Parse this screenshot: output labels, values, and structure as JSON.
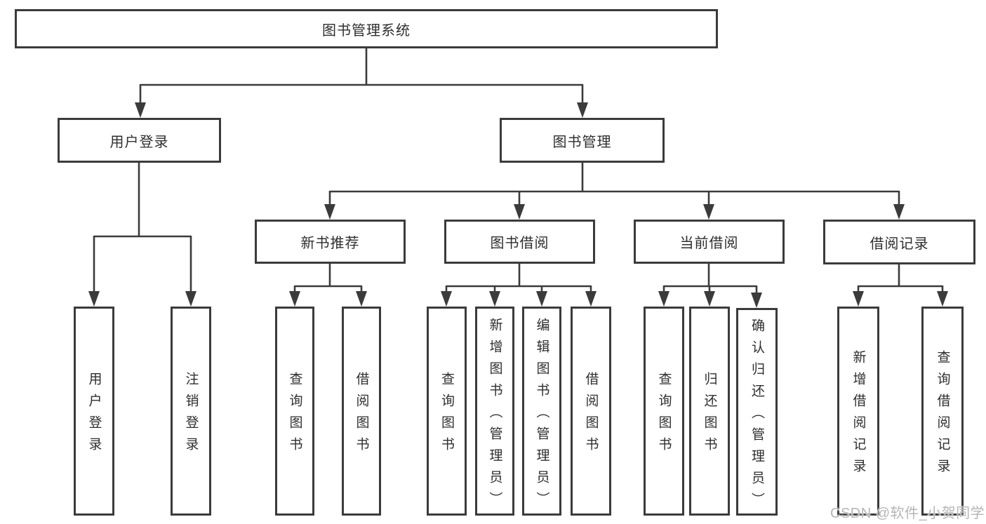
{
  "nodes": {
    "root": "图书管理系统",
    "user_login": "用户登录",
    "book_management": "图书管理",
    "new_book_recommend": "新书推荐",
    "book_borrowing": "图书借阅",
    "current_borrowing": "当前借阅",
    "borrowing_records": "借阅记录",
    "leaf_user_login": "用户登录",
    "leaf_logout": "注销登录",
    "leaf_query_books_recommend": "查询图书",
    "leaf_borrow_books_recommend": "借阅图书",
    "leaf_query_books_borrowing": "查询图书",
    "leaf_add_books_admin": "新增图书（管理员）",
    "leaf_edit_books_admin": "编辑图书（管理员）",
    "leaf_borrow_books_borrowing": "借阅图书",
    "leaf_query_books_current": "查询图书",
    "leaf_return_books": "归还图书",
    "leaf_confirm_return_admin": "确认归还（管理员）",
    "leaf_add_borrow_record": "新增借阅记录",
    "leaf_query_borrow_record": "查询借阅记录"
  },
  "watermark": "CSDN @软件_小贺同学",
  "colors": {
    "line": "#3b3b3b",
    "text": "#2e2e2e",
    "watermark": "#b5b5b5",
    "background": "#ffffff"
  }
}
